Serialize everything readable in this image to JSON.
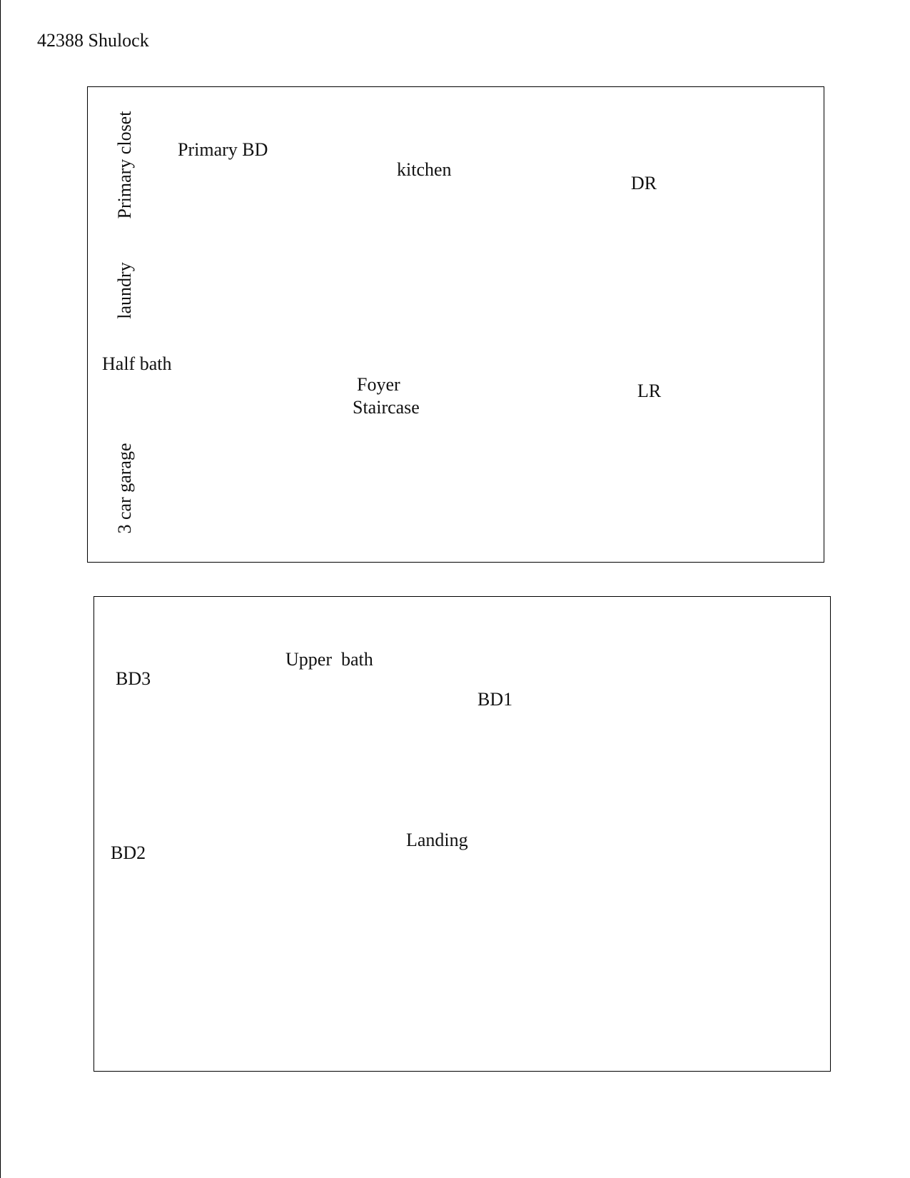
{
  "title": "42388 Shulock",
  "first_floor": {
    "primary_closet": "Primary closet",
    "primary_bd": "Primary BD",
    "kitchen": "kitchen",
    "dr": "DR",
    "laundry": "laundry",
    "half_bath": "Half bath",
    "foyer": "Foyer",
    "staircase": "Staircase",
    "lr": "LR",
    "garage": "3 car garage"
  },
  "second_floor": {
    "bd3": "BD3",
    "upper_bath": "Upper  bath",
    "bd1": "BD1",
    "bd2": "BD2",
    "landing": "Landing"
  }
}
